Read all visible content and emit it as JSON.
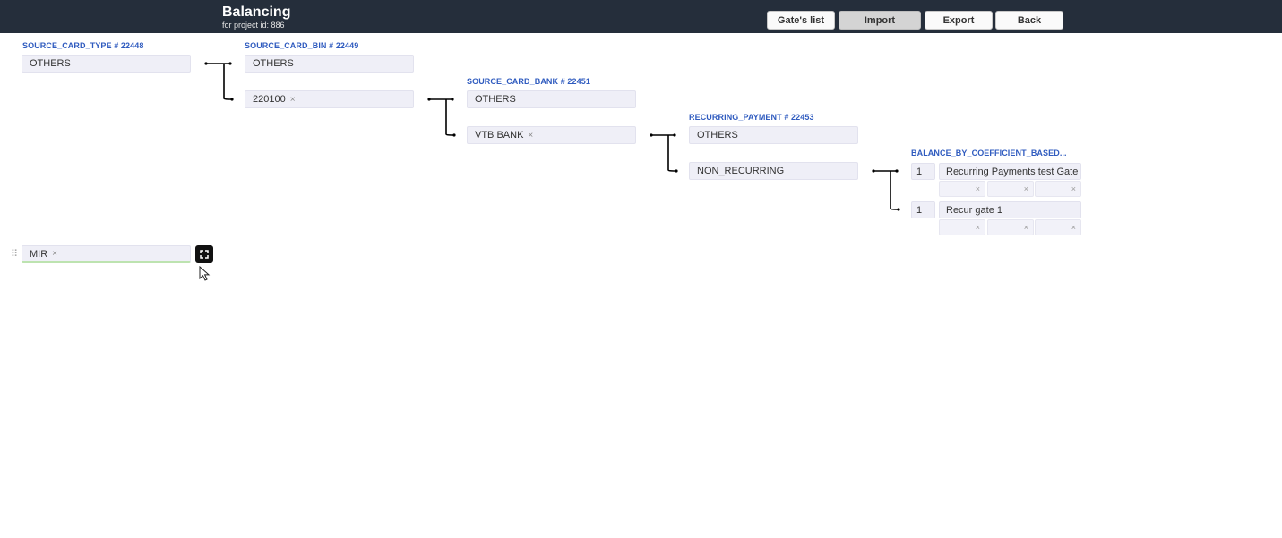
{
  "header": {
    "title": "Balancing",
    "subtitle": "for project id: 886",
    "buttons": {
      "gates_list": "Gate's list",
      "import": "Import",
      "export": "Export",
      "back": "Back"
    }
  },
  "columns": [
    {
      "label": "SOURCE_CARD_TYPE # 22448"
    },
    {
      "label": "SOURCE_CARD_BIN # 22449"
    },
    {
      "label": "SOURCE_CARD_BANK # 22451"
    },
    {
      "label": "RECURRING_PAYMENT # 22453"
    },
    {
      "label": "BALANCE_BY_COEFFICIENT_BASED..."
    }
  ],
  "nodes": {
    "card_type_others": "OTHERS",
    "card_bin_others": "OTHERS",
    "card_bin_220100": "220100",
    "bank_others": "OTHERS",
    "bank_vtb": "VTB BANK",
    "recurring_others": "OTHERS",
    "recurring_non": "NON_RECURRING",
    "card_type_mir": "MIR"
  },
  "remove_symbol": "×",
  "gates": [
    {
      "coefficient": "1",
      "name": "Recurring Payments test Gate"
    },
    {
      "coefficient": "1",
      "name": "Recur gate 1"
    }
  ],
  "icons": {
    "drag": "drag-handle-icon",
    "expand": "expand-icon",
    "cursor": "mouse-pointer-icon"
  },
  "colors": {
    "topbar": "#252e3b",
    "label_blue": "#2f5bbf",
    "field_bg": "#efeff7"
  }
}
